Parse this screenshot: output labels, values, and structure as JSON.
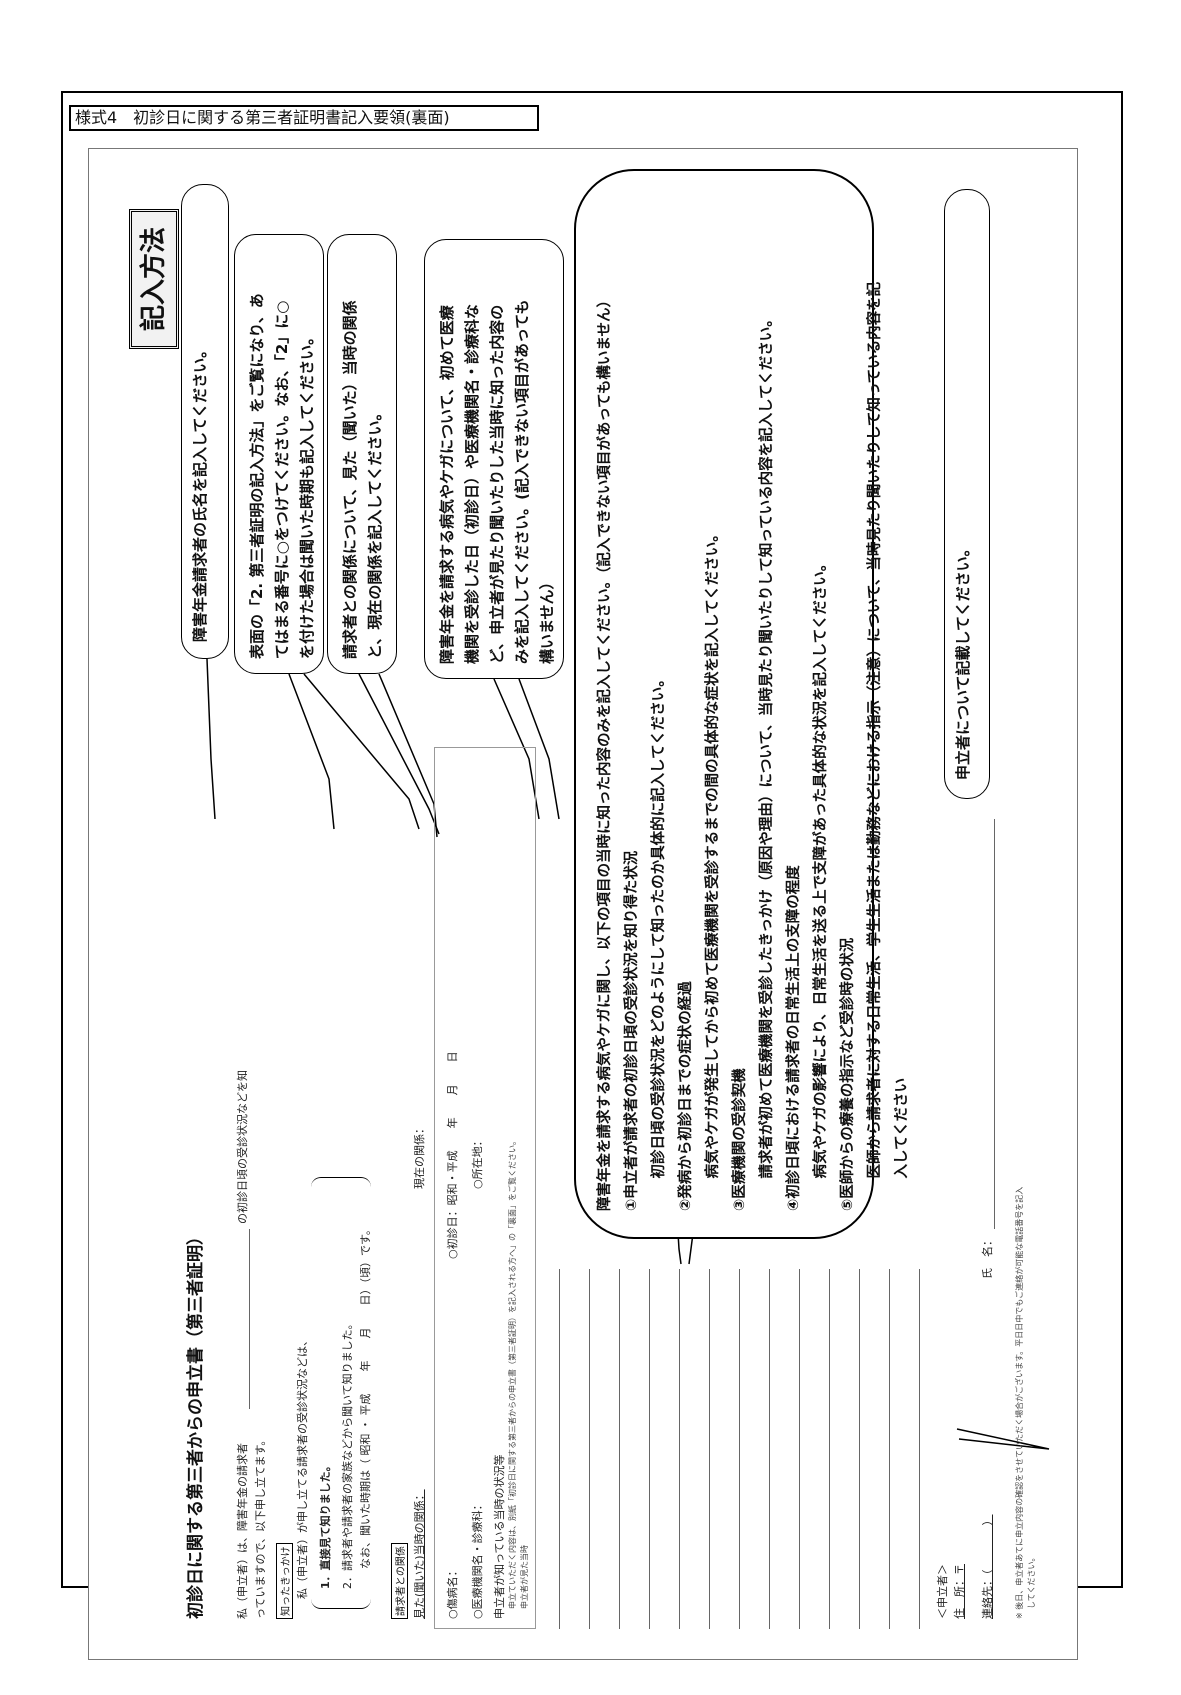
{
  "form_title": "様式4　初診日に関する第三者証明書記入要領(裏面)",
  "section_title": "記入方法",
  "callouts": {
    "c1": [
      "障害年金請求者の氏名を記入してください。"
    ],
    "c2": [
      "表面の「2. 第三者証明の記入方法」をご覧になり、あ",
      "てはまる番号に○をつけてください。なお、「2」に○",
      "を付けた場合は聞いた時期も記入してください。"
    ],
    "c3": [
      "請求者との関係について、見た（聞いた）当時の関係",
      "と、現在の関係を記入してください。"
    ],
    "c4": [
      "障害年金を請求する病気やケガについて、初めて医療",
      "機関を受診した日（初診日）や医療機関名・診療科な",
      "ど、申立者が見たり聞いたりした当時に知った内容の",
      "みを記入してください。(記入できない項目があっても",
      "構いません）"
    ],
    "c5": [
      "申立者について記載してください。"
    ]
  },
  "big_callout": [
    "障害年金を請求する病気やケガに関し、以下の項目の当時に知った内容のみを記入してください。（記入できない項目があっても構いません）",
    "①申立者が請求者の初診日頃の受診状況を知り得た状況",
    "　初診日頃の受診状況をどのようにして知ったのか具体的に記入してください。",
    "②発病から初診日までの症状の経過",
    "　病気やケガが発生してから初めて医療機関を受診するまでの間の具体的な症状を記入してください。",
    "③医療機関の受診契機",
    "　請求者が初めて医療機関を受診したきっかけ（原因や理由）について、当時見たり聞いたりして知っている内容を記入してください。",
    "④初診日頃における請求者の日常生活上の支障の程度",
    "　病気やケガの影響により、日常生活を送る上で支障があった具体的な状況を記入してください。",
    "⑤医師からの療養の指示など受診時の状況",
    "　医師から請求者に対する日常生活、学生生活または勤務などにおける指示（注意）について、当時見たり聞いたりして知っている内容を記",
    "　入してください"
  ],
  "form": {
    "doc_title": "初診日に関する第三者からの申立書（第三者証明）",
    "intro1": "私（申立者）は、障害年金の請求者",
    "intro1_tail": "の初診日頃の受診状況などを知",
    "intro2": "っていますので、以下申し立てます。",
    "known_tag": "知ったきっかけ",
    "known_line": "私（申立者）が申し立てる請求者の受診状況などは、",
    "opt1": "1．直接見て知りました。",
    "opt2": "2．請求者や請求者の家族などから聞いて知りました。",
    "heard_time": "なお、聞いた時期は（ 昭和 ・ 平成　　年　　月　　日）（頃）です。",
    "rel_tag": "請求者との関係",
    "rel_then": "見た(聞いた)当時の関係：",
    "rel_now": "現在の関係：",
    "disease": "○傷病名：",
    "first_visit": "○初診日：昭和・平成　　年　　月　　日",
    "hospital": "○医療機関名・診療科：",
    "address_q": "○所在地：",
    "status_head": "申立者が知っている当時の状況等",
    "status_note": "申立ていただく内容は、別紙「初診日に関する第三者からの申立書（第三者証明）を記入される方へ」の「裏面」をご覧ください。",
    "status_note2": "申立者が見た当時",
    "applicant_tag": "＜申立者＞",
    "addr": "住　所：〒",
    "name": "氏　名：",
    "phone": "連絡先：（　　　　）",
    "footnote1": "※ 後日、申立者あてに申立内容の確認をさせていただく場合がございます。平日日中でもご連絡が可能な電話番号を記入",
    "footnote2": "してください。"
  }
}
